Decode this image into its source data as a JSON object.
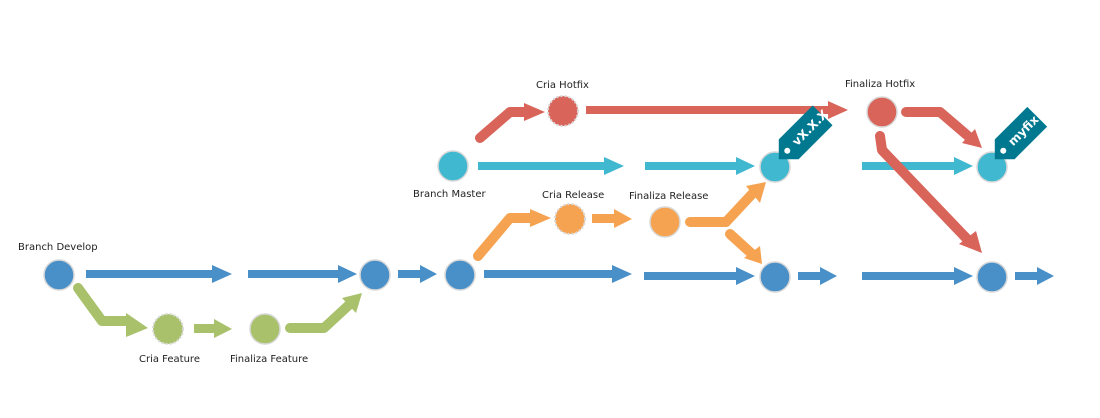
{
  "colors": {
    "develop": "#4a90c8",
    "feature": "#a8c16a",
    "master": "#3fb8d0",
    "release": "#f5a350",
    "hotfix": "#d9645a",
    "tag": "#00788f"
  },
  "labels": {
    "branch_develop": "Branch Develop",
    "cria_feature": "Cria Feature",
    "finaliza_feature": "Finaliza Feature",
    "branch_master": "Branch Master",
    "cria_release": "Cria Release",
    "finaliza_release": "Finaliza Release",
    "cria_hotfix": "Cria Hotfix",
    "finaliza_hotfix": "Finaliza Hotfix"
  },
  "tags": {
    "version": "vX.X.X",
    "fix": "myfix"
  }
}
